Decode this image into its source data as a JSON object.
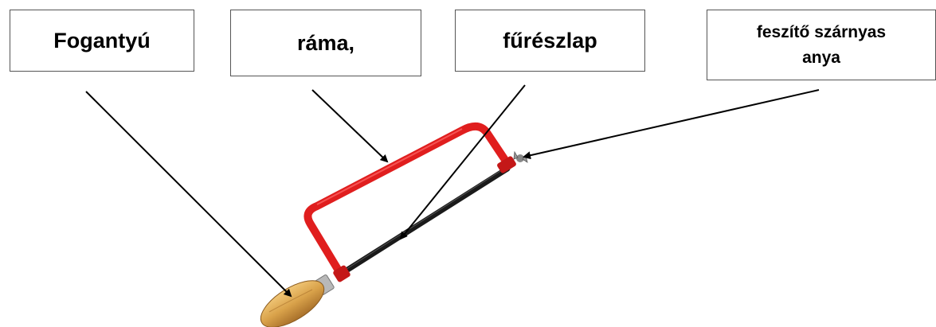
{
  "labels": {
    "handle": "Fogantyú",
    "frame": "ráma,",
    "blade": "fűrészlap",
    "wingnut_line1": "feszítő szárnyas",
    "wingnut_line2": "anya"
  },
  "colors": {
    "frame": "#e01e1e",
    "blade": "#1a1a1a",
    "handle_wood": "#d9a24a",
    "arrow": "#000000",
    "box_border": "#555555"
  }
}
